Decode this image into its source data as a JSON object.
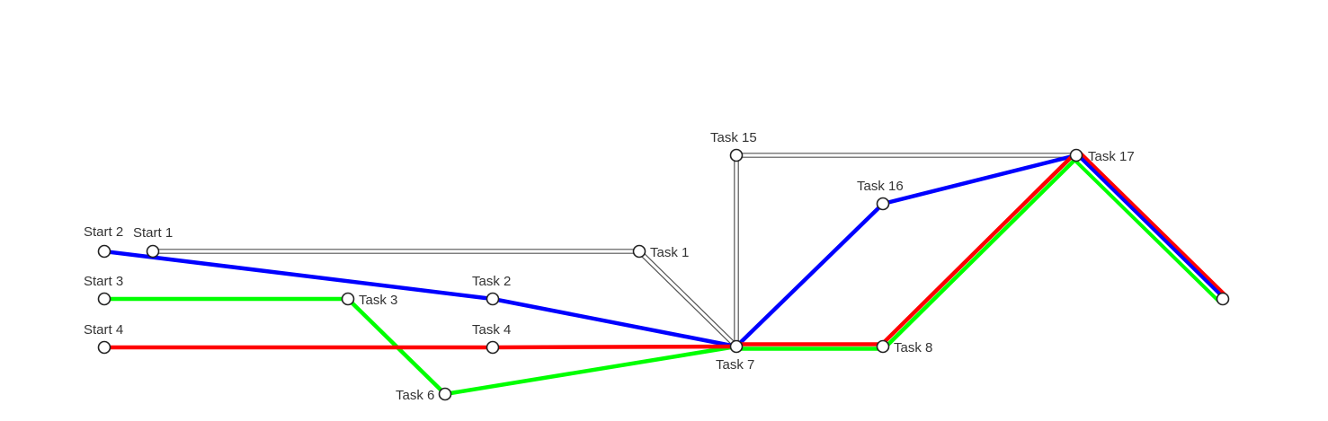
{
  "colors": {
    "blue": "#0000ff",
    "green": "#00ff00",
    "red": "#ff0000",
    "track": "#555555"
  },
  "nodes": [
    {
      "id": "start2",
      "label": "Start 2"
    },
    {
      "id": "start1",
      "label": "Start 1"
    },
    {
      "id": "start3",
      "label": "Start 3"
    },
    {
      "id": "start4",
      "label": "Start 4"
    },
    {
      "id": "task1",
      "label": "Task 1"
    },
    {
      "id": "task2",
      "label": "Task 2"
    },
    {
      "id": "task3",
      "label": "Task 3"
    },
    {
      "id": "task4",
      "label": "Task 4"
    },
    {
      "id": "task6",
      "label": "Task 6"
    },
    {
      "id": "task7",
      "label": "Task 7"
    },
    {
      "id": "task8",
      "label": "Task 8"
    },
    {
      "id": "task15",
      "label": "Task 15"
    },
    {
      "id": "task16",
      "label": "Task 16"
    },
    {
      "id": "task17",
      "label": "Task 17"
    },
    {
      "id": "end",
      "label": ""
    }
  ],
  "edges": [
    {
      "from": "start1",
      "to": "task1",
      "style": "double"
    },
    {
      "from": "task1",
      "to": "task7",
      "style": "double"
    },
    {
      "from": "task7",
      "to": "task15",
      "style": "double"
    },
    {
      "from": "task15",
      "to": "task17",
      "style": "double"
    },
    {
      "from": "start2",
      "to": "task2",
      "style": "blue"
    },
    {
      "from": "task2",
      "to": "task7",
      "style": "blue"
    },
    {
      "from": "task7",
      "to": "task16",
      "style": "blue"
    },
    {
      "from": "task16",
      "to": "task17",
      "style": "blue"
    },
    {
      "from": "start3",
      "to": "task3",
      "style": "green"
    },
    {
      "from": "task3",
      "to": "task6",
      "style": "green"
    },
    {
      "from": "task6",
      "to": "task7",
      "style": "green"
    },
    {
      "from": "start4",
      "to": "task4",
      "style": "red"
    },
    {
      "from": "task4",
      "to": "task7",
      "style": "red"
    },
    {
      "from": "task7",
      "to": "task8",
      "style": "redgreen"
    },
    {
      "from": "task8",
      "to": "task17",
      "style": "redgreen"
    },
    {
      "from": "task17",
      "to": "end",
      "style": "rgb"
    }
  ]
}
